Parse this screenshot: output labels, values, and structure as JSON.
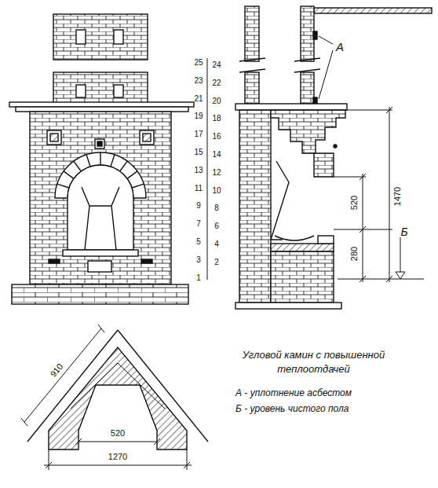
{
  "diagram": {
    "caption": "Угловой камин с повышенной теплоотдачей",
    "labels": [
      "25",
      "24",
      "23",
      "22",
      "21",
      "20",
      "19",
      "18",
      "17",
      "16",
      "15",
      "14",
      "13",
      "12",
      "11",
      "10",
      "9",
      "8",
      "7",
      "6",
      "5",
      "4",
      "3",
      "2",
      "1",
      "А",
      "Б",
      "520",
      "1470",
      "280",
      "910",
      "520",
      "1270",
      "А - уплотнение асбестом",
      "Б - уровень чистого пола"
    ]
  }
}
